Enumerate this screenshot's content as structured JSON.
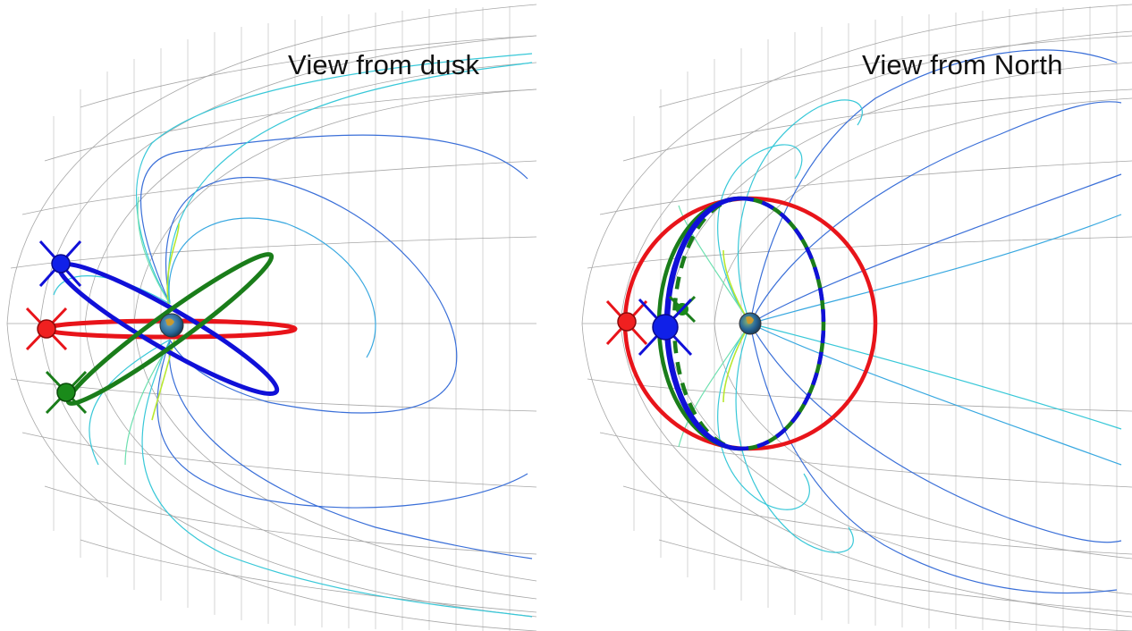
{
  "panels": [
    {
      "id": "dusk",
      "title": "View from dusk",
      "orbits": [
        {
          "color": "#e8141a",
          "style": "solid"
        },
        {
          "color": "#1010d8",
          "style": "solid"
        },
        {
          "color": "#1a7d1a",
          "style": "solid"
        }
      ],
      "spacecraft": [
        {
          "color": "#e8141a"
        },
        {
          "color": "#1010d8"
        },
        {
          "color": "#1a7d1a"
        }
      ]
    },
    {
      "id": "north",
      "title": "View from North",
      "orbits": [
        {
          "color": "#e8141a",
          "style": "solid"
        },
        {
          "color": "#1010d8",
          "style": "solid"
        },
        {
          "color": "#1010d8",
          "style": "dashed"
        },
        {
          "color": "#1a7d1a",
          "style": "solid"
        },
        {
          "color": "#1a7d1a",
          "style": "dashed"
        }
      ],
      "spacecraft": [
        {
          "color": "#e8141a"
        },
        {
          "color": "#1010d8"
        },
        {
          "color": "#1a7d1a"
        }
      ]
    }
  ],
  "colors": {
    "grid": "#8a8a8a",
    "field_line_outer": "#3a6fd8",
    "field_line_mid": "#38c8d8",
    "field_line_inner": "#b8e830",
    "earth_ocean": "#2a6a9a",
    "earth_land": "#c89a30"
  }
}
